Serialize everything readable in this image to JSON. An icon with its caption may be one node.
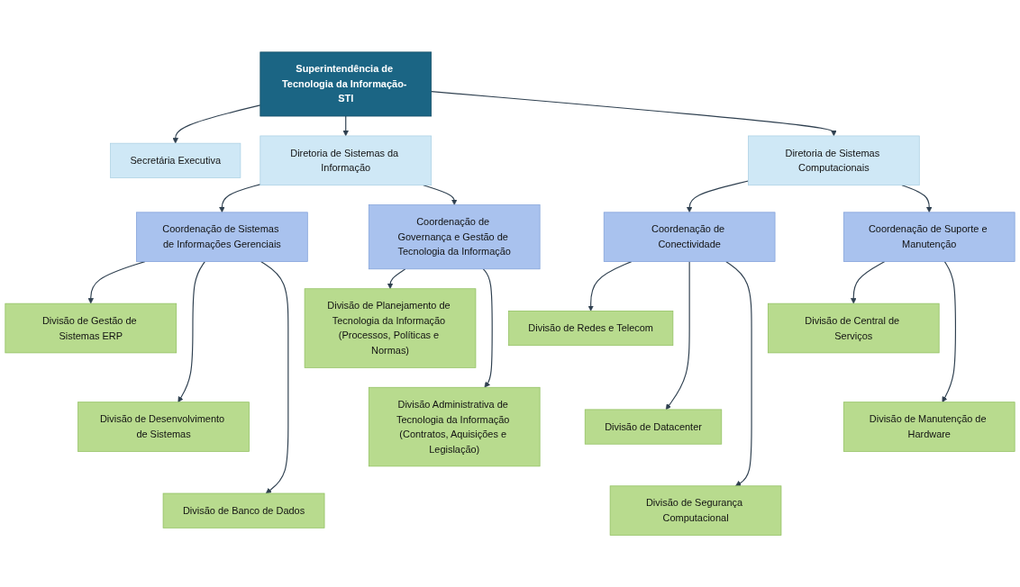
{
  "diagram": {
    "nodes": [
      {
        "text": [
          "Superintendência de Tecnologia da Informação- STI"
        ]
      },
      {
        "text": [
          "Secretária Executiva"
        ]
      },
      {
        "text": [
          "Diretoria de Sistemas da Informação"
        ]
      },
      {
        "text": [
          "Diretoria de Sistemas Computacionais"
        ]
      },
      {
        "text": [
          "Coordenação de Sistemas de Informações Gerenciais"
        ]
      },
      {
        "text": [
          "Coordenação de Governança e Gestão de Tecnologia da Informação"
        ]
      },
      {
        "text": [
          "Coordenação de Conectividade"
        ]
      },
      {
        "text": [
          "Coordenação de Suporte e Manutenção"
        ]
      },
      {
        "text": [
          "Divisão de Gestão de Sistemas ERP"
        ]
      },
      {
        "text": [
          "Divisão de Desenvolvimento de Sistemas"
        ]
      },
      {
        "text": [
          "Divisão de Banco de Dados"
        ]
      },
      {
        "text": [
          "Divisão de Planejamento de Tecnologia da Informação (Processos, Políticas e Normas)"
        ]
      },
      {
        "text": [
          "Divisão Administrativa de Tecnologia da Informação (Contratos, Aquisições e Legislação)"
        ]
      },
      {
        "text": [
          "Divisão de Redes e Telecom"
        ]
      },
      {
        "text": [
          "Divisão de Datacenter"
        ]
      },
      {
        "text": [
          "Divisão de Segurança Computacional"
        ]
      },
      {
        "text": [
          "Divisão de Central de Serviços"
        ]
      },
      {
        "text": [
          "Divisão de Manutenção de Hardware"
        ]
      }
    ],
    "edges": [
      {
        "from": 0,
        "to": 1,
        "arrow": "to"
      },
      {
        "from": 0,
        "to": 2,
        "arrow": "to"
      },
      {
        "from": 0,
        "to": 3,
        "arrow": "to"
      },
      {
        "from": 2,
        "to": 4,
        "arrow": "to"
      },
      {
        "from": 2,
        "to": 5,
        "arrow": "to"
      },
      {
        "from": 3,
        "to": 6,
        "arrow": "to"
      },
      {
        "from": 3,
        "to": 7,
        "arrow": "to"
      },
      {
        "from": 4,
        "to": 8,
        "arrow": "to"
      },
      {
        "from": 4,
        "to": 9,
        "arrow": "to"
      },
      {
        "from": 4,
        "to": 10,
        "arrow": "to"
      },
      {
        "from": 5,
        "to": 11,
        "arrow": "to"
      },
      {
        "from": 5,
        "to": 12,
        "arrow": "to"
      },
      {
        "from": 6,
        "to": 13,
        "arrow": "to"
      },
      {
        "from": 6,
        "to": 14,
        "arrow": "to"
      },
      {
        "from": 6,
        "to": 15,
        "arrow": "to"
      },
      {
        "from": 7,
        "to": 16,
        "arrow": "to"
      },
      {
        "from": 7,
        "to": 17,
        "arrow": "to"
      }
    ]
  }
}
